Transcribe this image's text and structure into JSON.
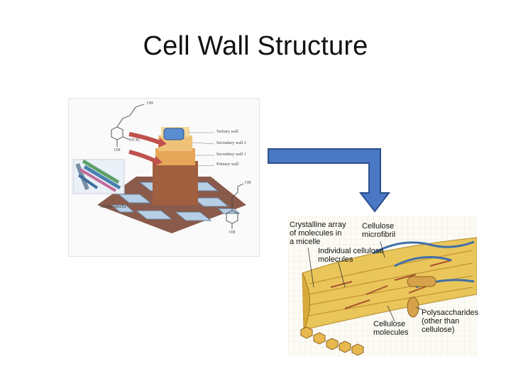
{
  "slide": {
    "title": "Cell Wall Structure"
  },
  "figure_left": {
    "labels": {
      "tertiary": "Tertiary wall",
      "secondary2": "Secondary wall 2",
      "secondary1": "Secondary wall 1",
      "primary": "Primary wall",
      "middle": "Middle lamella",
      "oh_top": "OH",
      "och3": "OCH₃",
      "oh_mid": "OH",
      "oh_right": "OH",
      "oh_bottom": "OH"
    }
  },
  "figure_right": {
    "labels": {
      "crystalline_1": "Crystalline array",
      "crystalline_2": "of molecules in",
      "crystalline_3": "a micelle",
      "microfibril_1": "Cellulose",
      "microfibril_2": "microfibril",
      "individual_1": "Individual  cellulose",
      "individual_2": "molecules",
      "poly_1": "Polysaccharides",
      "poly_2": "(other than",
      "poly_3": "cellulose)",
      "cellmol_1": "Cellulose",
      "cellmol_2": "molecules"
    }
  },
  "colors": {
    "arrow_fill": "#4a78c4",
    "arrow_stroke": "#2b4f8c"
  }
}
